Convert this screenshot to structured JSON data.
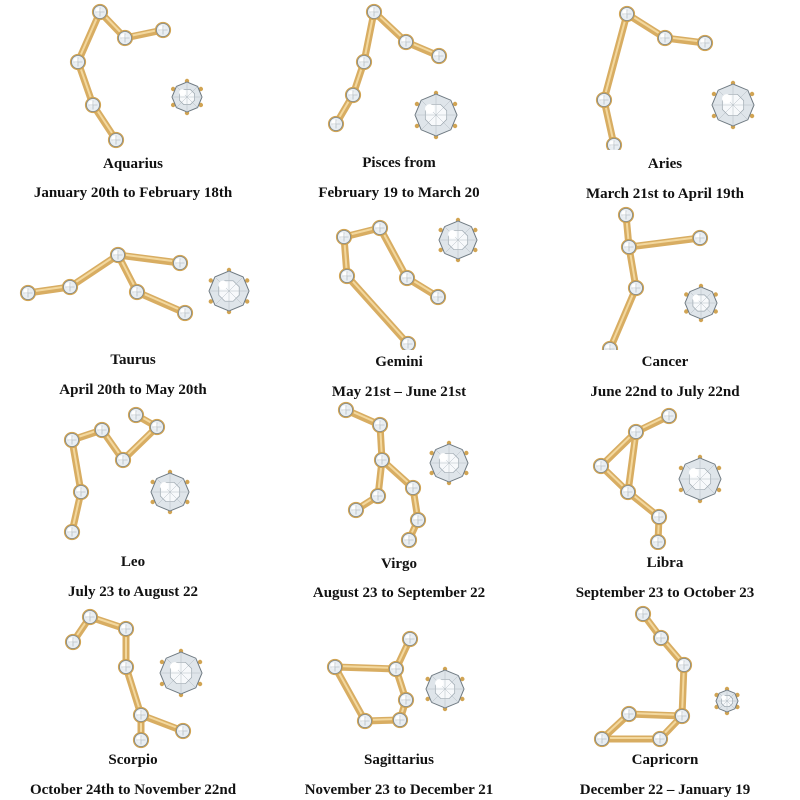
{
  "signs": [
    {
      "name": "Aquarius",
      "dates": "January 20th to February 18th"
    },
    {
      "name": "Pisces from",
      "dates": "February 19 to March 20"
    },
    {
      "name": "Aries",
      "dates": "March 21st to April 19th"
    },
    {
      "name": "Taurus",
      "dates": "April 20th to May 20th"
    },
    {
      "name": "Gemini",
      "dates": "May 21st – June 21st"
    },
    {
      "name": "Cancer",
      "dates": "June 22nd to July 22nd"
    },
    {
      "name": "Leo",
      "dates": "July 23 to August 22"
    },
    {
      "name": "Virgo",
      "dates": "August 23 to September 22"
    },
    {
      "name": "Libra",
      "dates": "September 23 to October 23"
    },
    {
      "name": "Scorpio",
      "dates": "October 24th to November 22nd"
    },
    {
      "name": "Sagittarius",
      "dates": "November 23 to December 21"
    },
    {
      "name": "Capricorn",
      "dates": "December 22 – January 19"
    }
  ],
  "colors": {
    "gold": "#d8ad62",
    "gold_light": "#f3d89e",
    "crystal": "#e9eef2"
  }
}
